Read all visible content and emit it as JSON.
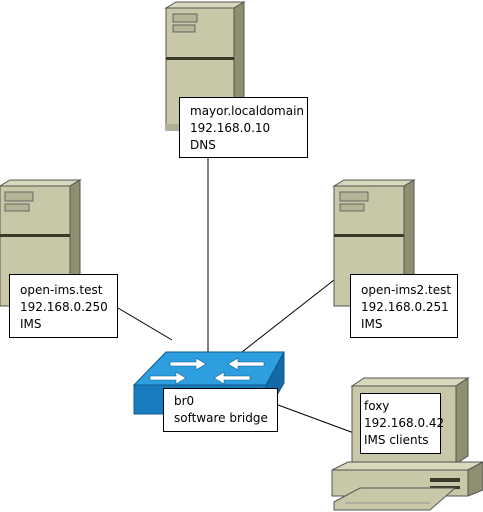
{
  "nodes": {
    "dns": {
      "hostname": "mayor.localdomain",
      "ip": "192.168.0.10",
      "role": "DNS"
    },
    "ims1": {
      "hostname": "open-ims.test",
      "ip": "192.168.0.250",
      "role": "IMS"
    },
    "ims2": {
      "hostname": "open-ims2.test",
      "ip": "192.168.0.251",
      "role": "IMS"
    },
    "bridge": {
      "name": "br0",
      "description": "software bridge"
    },
    "client": {
      "hostname": "foxy",
      "ip": "192.168.0.42",
      "role": "IMS clients"
    }
  },
  "colors": {
    "server_face": "#c8c8a8",
    "server_side": "#8e8e70",
    "server_dark": "#3a3a2a",
    "switch_top": "#2d9ee0",
    "switch_front": "#1a7cc0",
    "switch_side": "#136aa6",
    "link": "#000000"
  }
}
